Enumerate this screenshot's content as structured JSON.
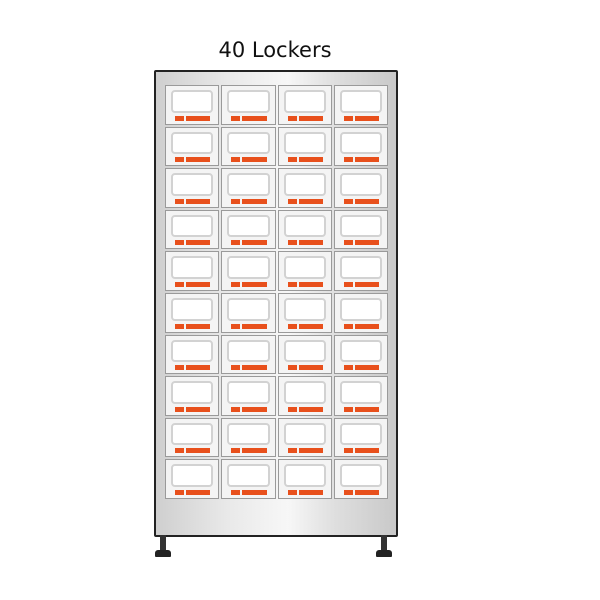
{
  "title": "40 Lockers",
  "locker": {
    "columns": 4,
    "rows": 10,
    "count": 40
  },
  "colors": {
    "label_accent": "#e8501c",
    "frame": "#222222"
  }
}
